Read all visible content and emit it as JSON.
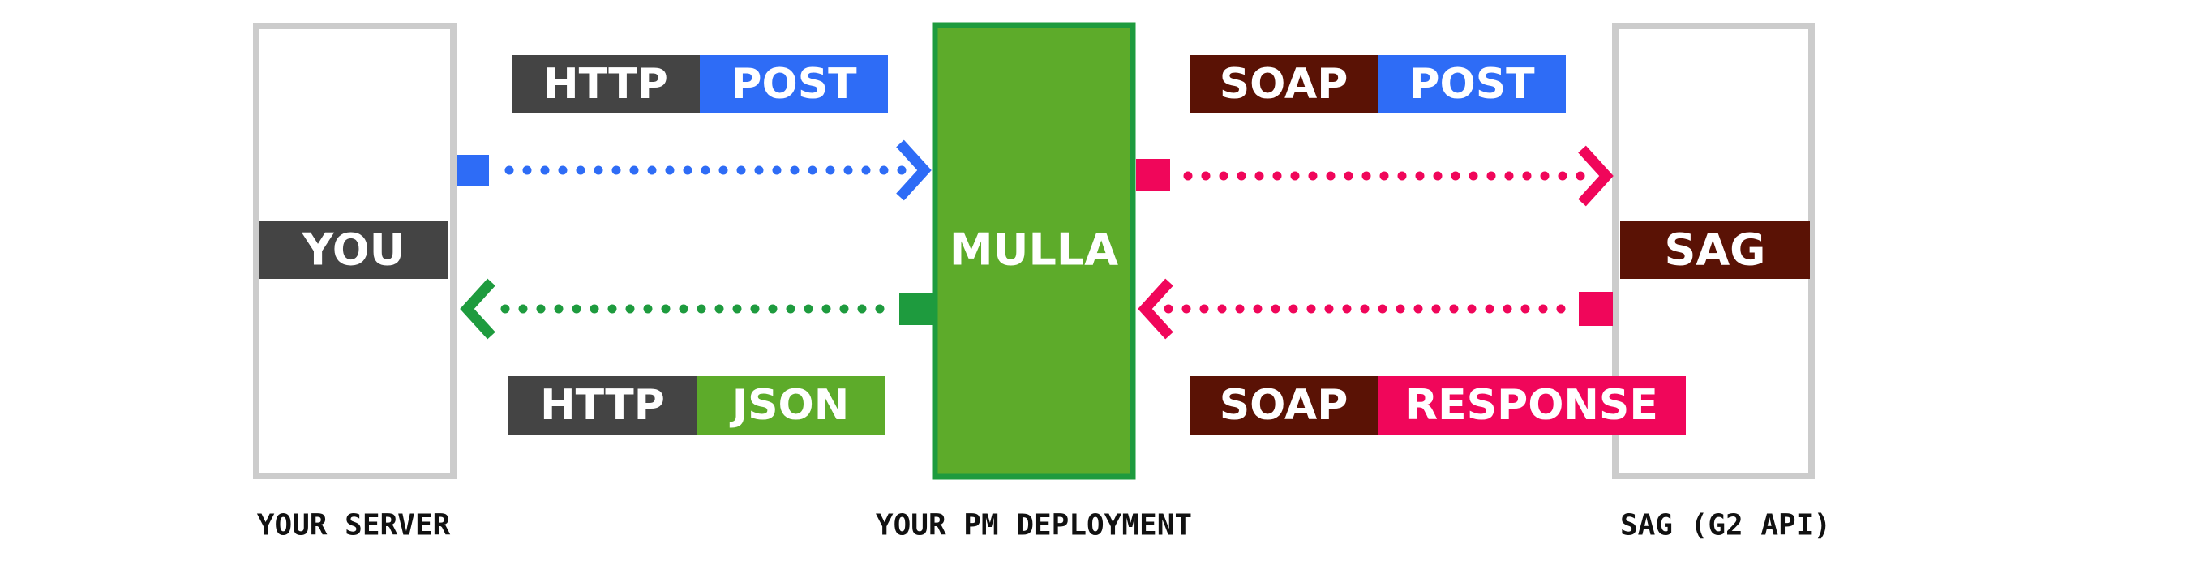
{
  "colors": {
    "gray_panel": "#cccccc",
    "dark_gray": "#444444",
    "blue": "#2e6cf6",
    "green_fill": "#5dab2a",
    "green_dark": "#1e9b3e",
    "maroon": "#5a1205",
    "pink": "#f0065a",
    "caption": "#111111"
  },
  "you": {
    "label": "YOU",
    "caption": "YOUR SERVER"
  },
  "mulla": {
    "label": "MULLA",
    "caption": "YOUR PM DEPLOYMENT"
  },
  "sag": {
    "label": "SAG",
    "caption": "SAG (G2 API)"
  },
  "tags": {
    "http_post": {
      "left": "HTTP",
      "right": "POST"
    },
    "http_json": {
      "left": "HTTP",
      "right": "JSON"
    },
    "soap_post": {
      "left": "SOAP",
      "right": "POST"
    },
    "soap_response": {
      "left": "SOAP",
      "right": "RESPONSE"
    }
  },
  "icons": {
    "arrow": "chevron-arrowhead",
    "port": "square-port",
    "line": "dotted-line"
  }
}
